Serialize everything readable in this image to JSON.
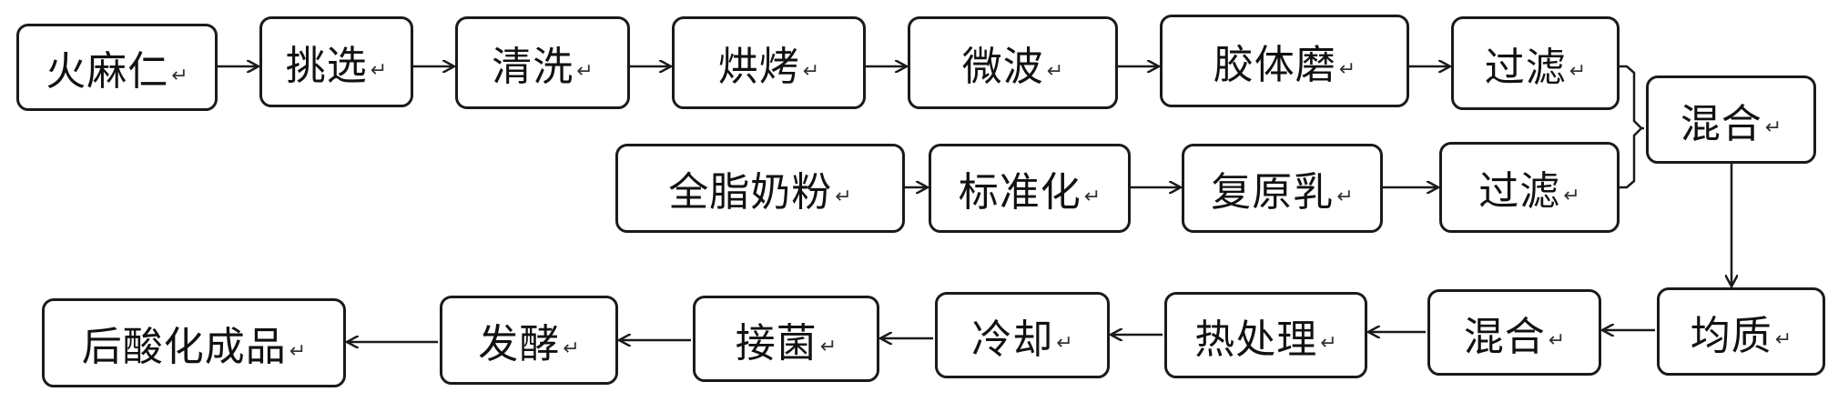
{
  "diagram": {
    "return_mark": "↵",
    "nodes": {
      "huomaren": "火麻仁",
      "tiaoxuan": "挑选",
      "qingxi": "清洗",
      "hongkao": "烘烤",
      "weibo": "微波",
      "jiaotimo": "胶体磨",
      "guolv1": "过滤",
      "quanzhinaifen": "全脂奶粉",
      "biaozhunhua": "标准化",
      "fuyuanru": "复原乳",
      "guolv2": "过滤",
      "hunhe1": "混合",
      "junzhi": "均质",
      "hunhe2": "混合",
      "rechuli": "热处理",
      "lengque": "冷却",
      "jiejun": "接菌",
      "fajiao": "发酵",
      "housuanhua": "后酸化成品"
    }
  }
}
